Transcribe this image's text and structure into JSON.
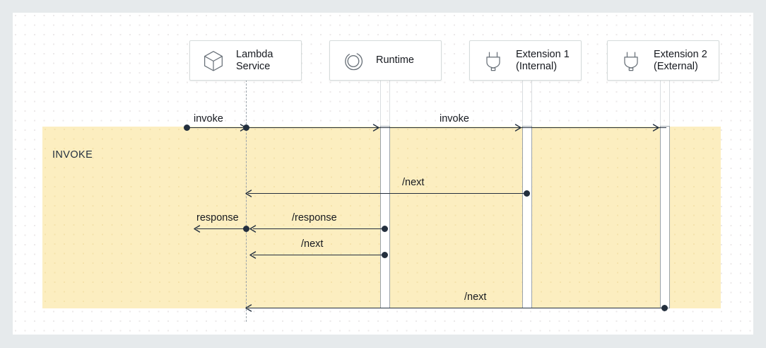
{
  "diagram": {
    "title": "AWS Lambda Invoke phase sequence diagram",
    "colors": {
      "page_background": "#e6eaec",
      "canvas_background": "#ffffff",
      "phase_band": "#fceec0",
      "line": "#232f3e",
      "box_border": "#d5dbdb",
      "lifeline": "#9aa3ab"
    },
    "phases": [
      {
        "id": "invoke-phase",
        "label": "INVOKE"
      }
    ],
    "participants": [
      {
        "id": "lambda-service",
        "label": "Lambda\nService",
        "icon": "cube-icon"
      },
      {
        "id": "runtime",
        "label": "Runtime",
        "icon": "runtime-circle-icon"
      },
      {
        "id": "extension-1",
        "label": "Extension 1\n(Internal)",
        "icon": "plug-icon"
      },
      {
        "id": "extension-2",
        "label": "Extension 2\n(External)",
        "icon": "plug-icon"
      }
    ],
    "messages": [
      {
        "id": "msg-invoke-in",
        "label": "invoke",
        "from": "caller",
        "to": "lambda-service"
      },
      {
        "id": "msg-invoke-runtime",
        "label": "invoke",
        "from": "lambda-service",
        "to": "extension-2"
      },
      {
        "id": "msg-next-ext1",
        "label": "/next",
        "from": "extension-1",
        "to": "lambda-service"
      },
      {
        "id": "msg-response-runtime",
        "label": "/response",
        "from": "runtime",
        "to": "lambda-service"
      },
      {
        "id": "msg-response-out",
        "label": "response",
        "from": "lambda-service",
        "to": "caller"
      },
      {
        "id": "msg-next-runtime",
        "label": "/next",
        "from": "runtime",
        "to": "lambda-service"
      },
      {
        "id": "msg-next-ext2",
        "label": "/next",
        "from": "extension-2",
        "to": "lambda-service"
      }
    ]
  }
}
